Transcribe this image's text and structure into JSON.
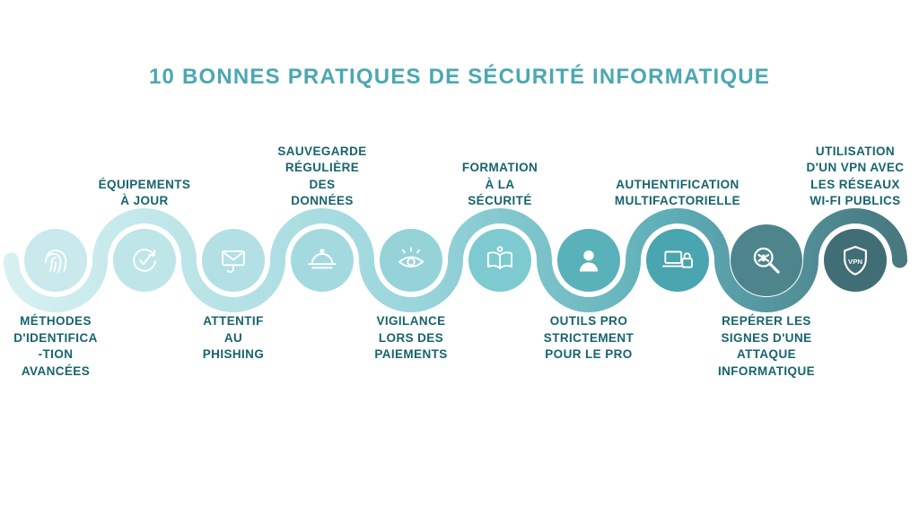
{
  "title": "10 BONNES PRATIQUES DE SÉCURITÉ INFORMATIQUE",
  "colors": {
    "title": "#4AA8B1",
    "label": "#17646E",
    "wave_gradient": [
      "#D8F1F2",
      "#9AD6DC",
      "#5FAFB8",
      "#46737B"
    ]
  },
  "items": [
    {
      "label": "MÉTHODES\nD'IDENTIFICA\n-TION\nAVANCÉES",
      "icon": "fingerprint-icon",
      "label_position": "below",
      "circle_color": "#C9E9EC"
    },
    {
      "label": "ÉQUIPEMENTS\nÀ JOUR",
      "icon": "update-check-icon",
      "label_position": "above",
      "circle_color": "#BEE5E8"
    },
    {
      "label": "ATTENTIF\nAU\nPHISHING",
      "icon": "phishing-mail-icon",
      "label_position": "below",
      "circle_color": "#B2E0E4"
    },
    {
      "label": "SAUVEGARDE\nRÉGULIÈRE\nDES\nDONNÉES",
      "icon": "data-backup-icon",
      "label_position": "above",
      "circle_color": "#A4DADF"
    },
    {
      "label": "VIGILANCE\nLORS DES\nPAIEMENTS",
      "icon": "payment-vigilance-eye-icon",
      "label_position": "below",
      "circle_color": "#95D3D9"
    },
    {
      "label": "FORMATION\nÀ LA\nSÉCURITÉ",
      "icon": "security-training-book-icon",
      "label_position": "above",
      "circle_color": "#7ECAD1"
    },
    {
      "label": "OUTILS PRO\nSTRICTEMENT\nPOUR LE PRO",
      "icon": "pro-user-icon",
      "label_position": "below",
      "circle_color": "#59B1BA"
    },
    {
      "label": "AUTHENTIFICATION\nMULTIFACTORIELLE",
      "icon": "mfa-laptop-lock-icon",
      "label_position": "above",
      "circle_color": "#49A5AF"
    },
    {
      "label": "REPÉRER LES\nSIGNES D'UNE\nATTAQUE\nINFORMATIQUE",
      "icon": "attack-detection-magnifier-icon",
      "label_position": "below",
      "circle_color": "#4E858D"
    },
    {
      "label": "UTILISATION\nD'UN VPN AVEC\nLES RÉSEAUX\nWI-FI PUBLICS",
      "icon": "vpn-shield-icon",
      "label_position": "above",
      "circle_color": "#416E76",
      "icon_text": "VPN"
    }
  ]
}
